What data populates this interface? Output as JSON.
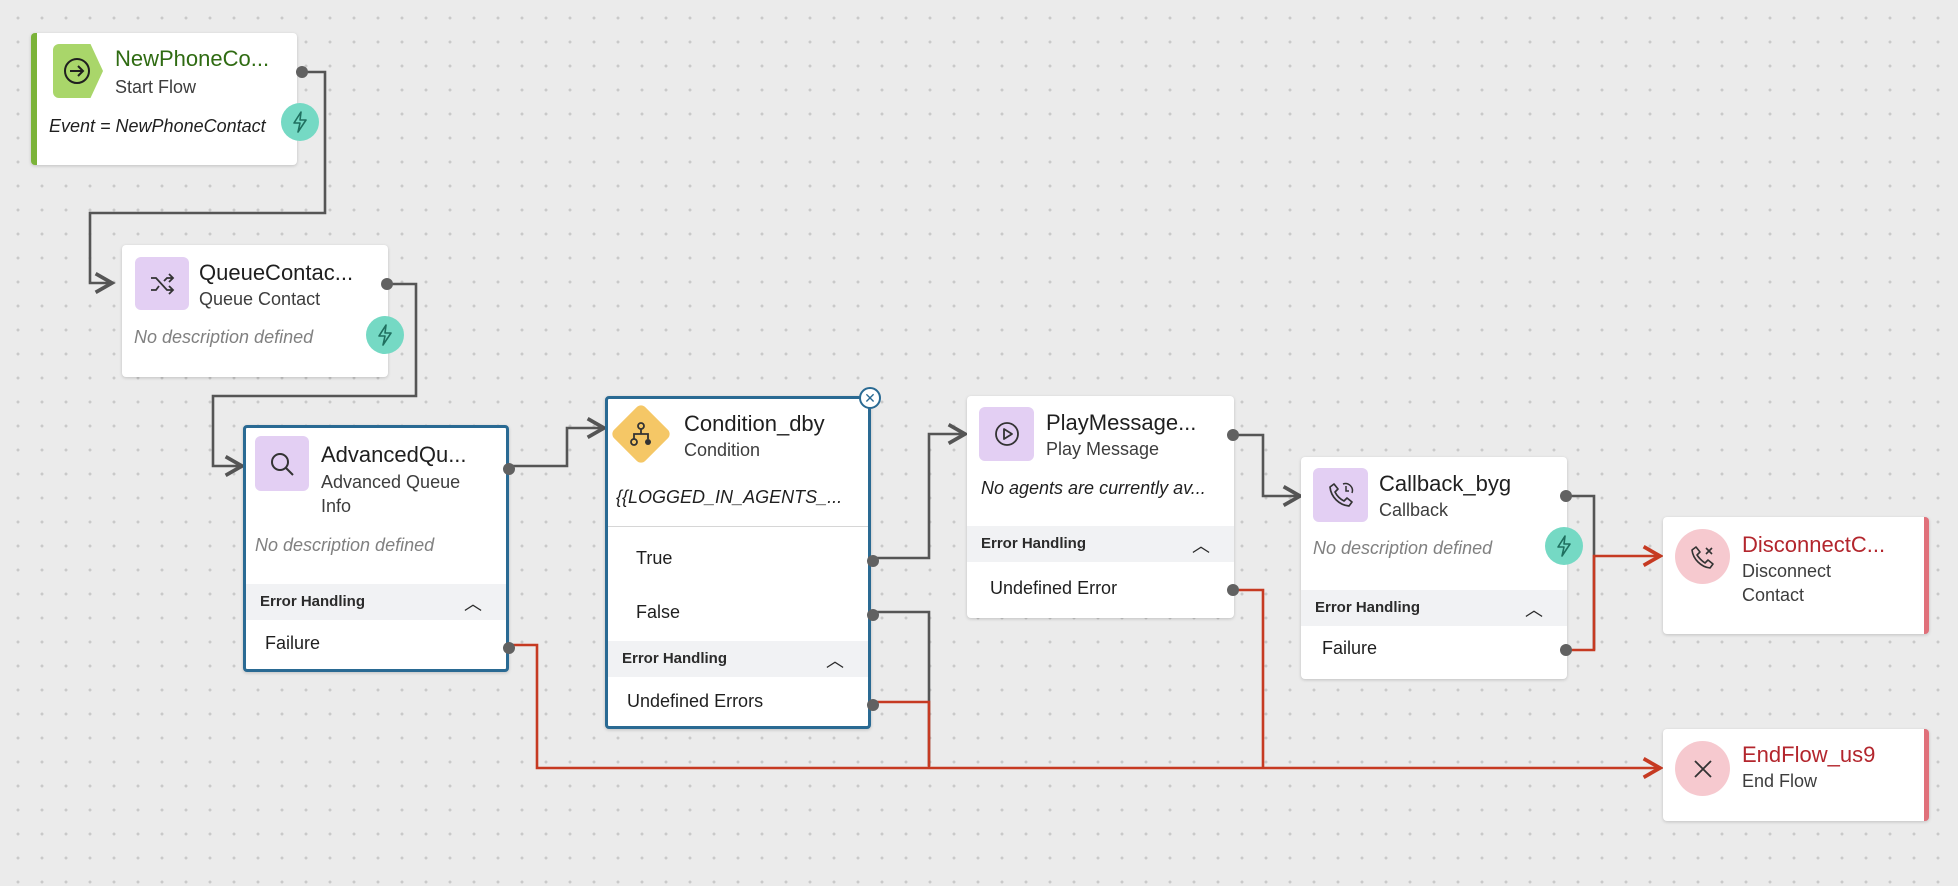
{
  "canvas": {
    "background": "#ebebeb",
    "dot_color": "#c9c9c9"
  },
  "colors": {
    "connector": "#555555",
    "error_connector": "#c63a22",
    "selected_border": "#2a6a93",
    "bolt": "#75d9c4"
  },
  "nodes": {
    "start": {
      "title": "NewPhoneCo...",
      "type": "Start Flow",
      "description": "Event = NewPhoneContact",
      "icon": "arrow-circle-right-icon"
    },
    "queue": {
      "title": "QueueContac...",
      "type": "Queue Contact",
      "description": "No description defined",
      "icon": "shuffle-icon"
    },
    "advanced": {
      "title": "AdvancedQu...",
      "type_line1": "Advanced Queue",
      "type_line2": "Info",
      "description": "No description defined",
      "error_header": "Error Handling",
      "outputs": [
        "Failure"
      ],
      "icon": "search-icon"
    },
    "condition": {
      "title": "Condition_dby",
      "type": "Condition",
      "description": "{{LOGGED_IN_AGENTS_...",
      "outputs": [
        "True",
        "False"
      ],
      "error_header": "Error Handling",
      "error_outputs": [
        "Undefined Errors"
      ],
      "icon": "branch-icon"
    },
    "play": {
      "title": "PlayMessage...",
      "type": "Play Message",
      "description": "No agents are currently av...",
      "error_header": "Error Handling",
      "error_outputs": [
        "Undefined Error"
      ],
      "icon": "play-circle-icon"
    },
    "callback": {
      "title": "Callback_byg",
      "type": "Callback",
      "description": "No description defined",
      "error_header": "Error Handling",
      "error_outputs": [
        "Failure"
      ],
      "icon": "phone-callback-icon"
    },
    "disconnect": {
      "title": "DisconnectC...",
      "type_line1": "Disconnect",
      "type_line2": "Contact",
      "icon": "phone-disconnect-icon"
    },
    "endflow": {
      "title": "EndFlow_us9",
      "type": "End Flow",
      "icon": "close-x-icon"
    }
  }
}
